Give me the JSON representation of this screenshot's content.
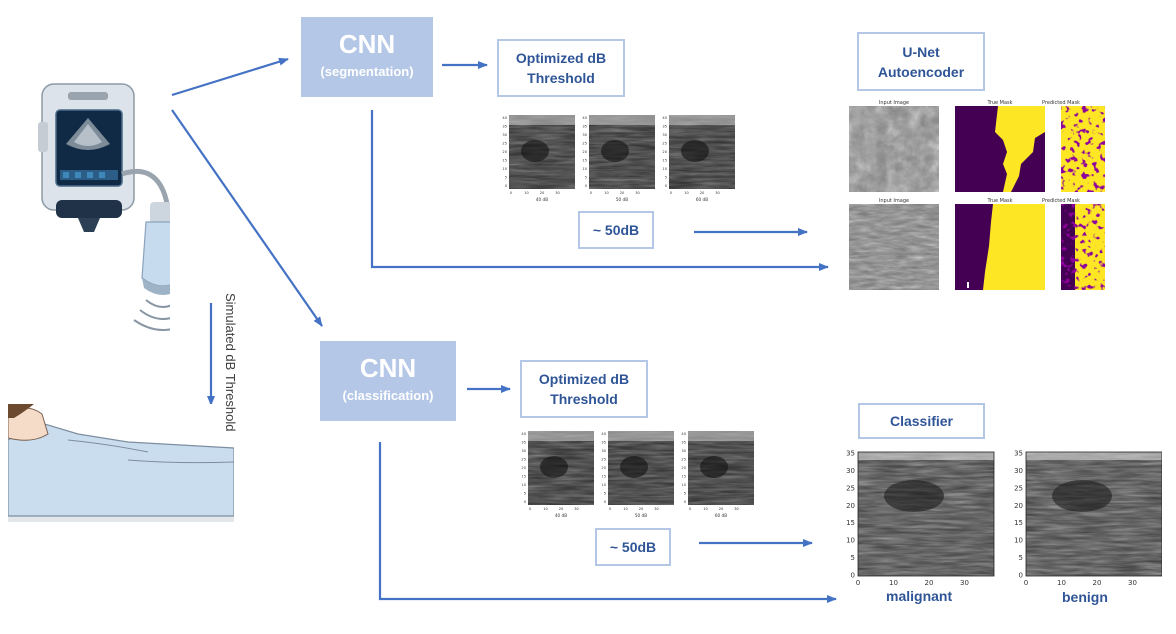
{
  "seg_cnn": {
    "title": "CNN",
    "subtitle": "(segmentation)"
  },
  "cls_cnn": {
    "title": "CNN",
    "subtitle": "(classification)"
  },
  "seg_threshold": {
    "line1": "Optimized dB",
    "line2": "Threshold"
  },
  "cls_threshold": {
    "line1": "Optimized dB",
    "line2": "Threshold"
  },
  "seg_approx": "~ 50dB",
  "cls_approx": "~ 50dB",
  "unet": {
    "line1": "U-Net",
    "line2": "Autoencoder"
  },
  "classifier": "Classifier",
  "simulated_label": "Simulated dB Threshold",
  "seg_thumbs": [
    {
      "xlabel": "40 dB",
      "xticks": [
        "0",
        "10",
        "20",
        "30"
      ],
      "yticks": [
        "40",
        "35",
        "30",
        "25",
        "20",
        "15",
        "10",
        "5",
        "0"
      ]
    },
    {
      "xlabel": "50 dB",
      "xticks": [
        "0",
        "10",
        "20",
        "30"
      ],
      "yticks": [
        "40",
        "35",
        "30",
        "25",
        "20",
        "15",
        "10",
        "5",
        "0"
      ]
    },
    {
      "xlabel": "60 dB",
      "xticks": [
        "0",
        "10",
        "20",
        "30"
      ],
      "yticks": [
        "40",
        "35",
        "30",
        "25",
        "20",
        "15",
        "10",
        "5",
        "0"
      ]
    }
  ],
  "cls_thumbs": [
    {
      "xlabel": "40 dB",
      "xticks": [
        "0",
        "10",
        "20",
        "30"
      ],
      "yticks": [
        "40",
        "35",
        "30",
        "25",
        "20",
        "15",
        "10",
        "5",
        "0"
      ]
    },
    {
      "xlabel": "50 dB",
      "xticks": [
        "0",
        "10",
        "20",
        "30"
      ],
      "yticks": [
        "40",
        "35",
        "30",
        "25",
        "20",
        "15",
        "10",
        "5",
        "0"
      ]
    },
    {
      "xlabel": "60 dB",
      "xticks": [
        "0",
        "10",
        "20",
        "30"
      ],
      "yticks": [
        "40",
        "35",
        "30",
        "25",
        "20",
        "15",
        "10",
        "5",
        "0"
      ]
    }
  ],
  "mask_titles": [
    "Input Image",
    "True Mask",
    "Predicted Mask"
  ],
  "result_plots": [
    {
      "caption": "malignant",
      "yticks": [
        "35",
        "30",
        "25",
        "20",
        "15",
        "10",
        "5",
        "0"
      ],
      "xticks": [
        "0",
        "10",
        "20",
        "30"
      ]
    },
    {
      "caption": "benign",
      "yticks": [
        "35",
        "30",
        "25",
        "20",
        "15",
        "10",
        "5",
        "0"
      ],
      "xticks": [
        "0",
        "10",
        "20",
        "30"
      ]
    }
  ],
  "colors": {
    "accent": "#4472c4",
    "box_fill": "#b4c7e7",
    "label_text": "#2f5597",
    "mask_purple": "#440154",
    "mask_yellow": "#fde725"
  }
}
